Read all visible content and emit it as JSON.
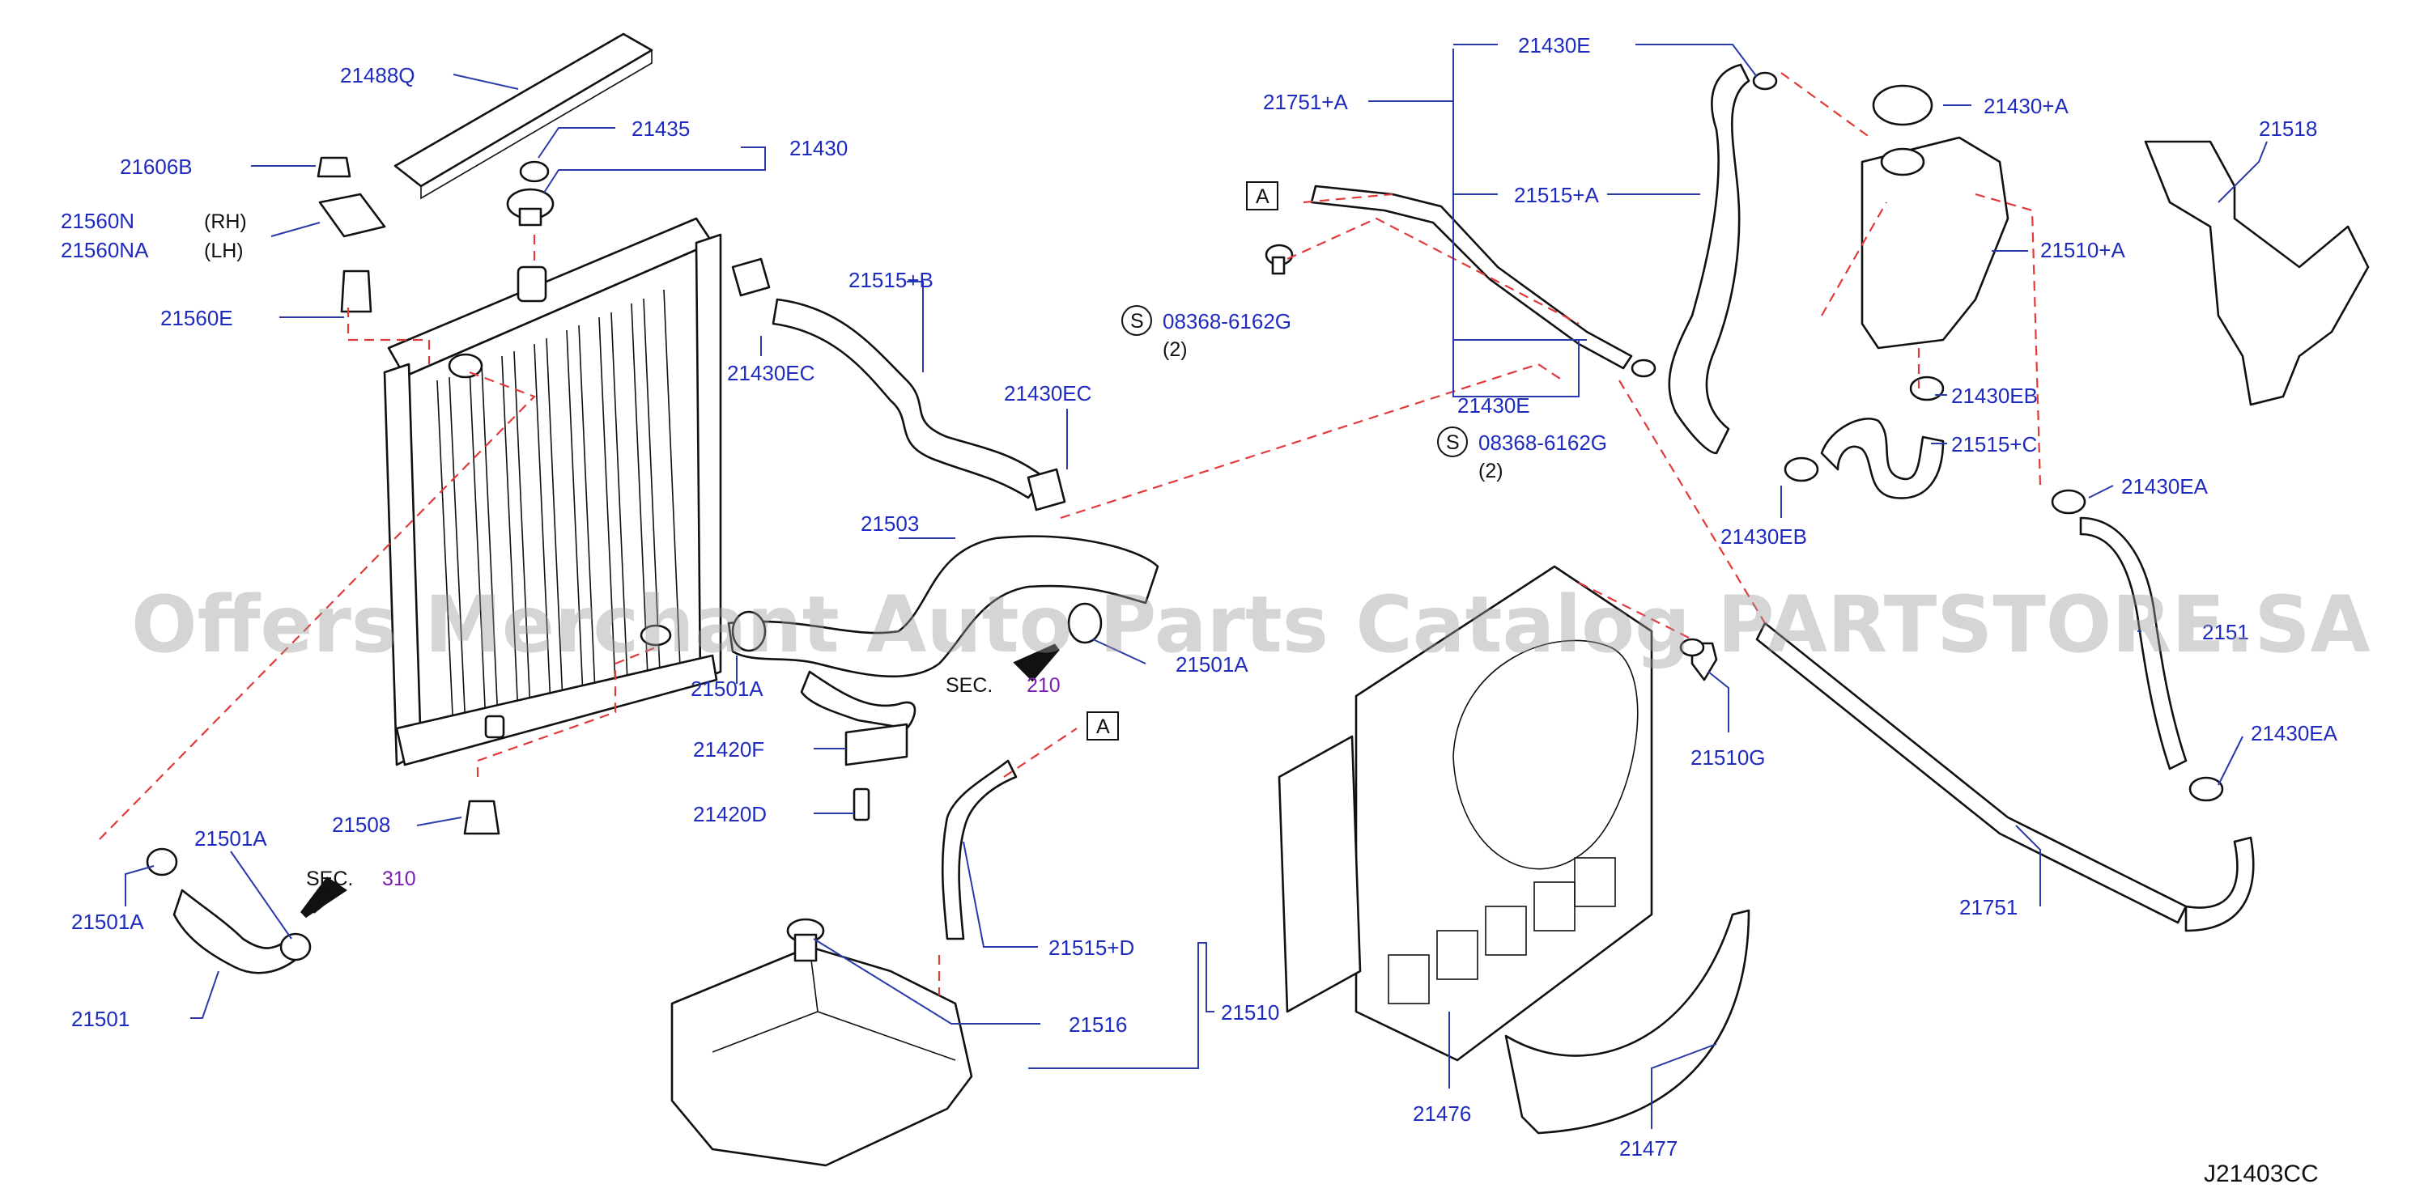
{
  "diagram_code": "J21403CC",
  "watermark": "Offers Merchant Auto Parts Catalog PARTSTORE.SA",
  "section_refs": [
    {
      "prefix": "SEC.",
      "number": "210"
    },
    {
      "prefix": "SEC.",
      "number": "310"
    }
  ],
  "view_markers": [
    "A",
    "A"
  ],
  "screw_symbol": "S",
  "part_labels": {
    "p21488Q": "21488Q",
    "p21606B": "21606B",
    "p21560N": "21560N",
    "p21560N_side": "(RH)",
    "p21560NA": "21560NA",
    "p21560NA_side": "(LH)",
    "p21560E": "21560E",
    "p21435": "21435",
    "p21430": "21430",
    "p21515B": "21515+B",
    "p21430EC_1": "21430EC",
    "p21430EC_2": "21430EC",
    "p21503": "21503",
    "p21501A_1": "21501A",
    "p21501A_2": "21501A",
    "p21501A_3": "21501A",
    "p21501A_4": "21501A",
    "p21420F": "21420F",
    "p21420D": "21420D",
    "p21508": "21508",
    "p21501": "21501",
    "p21515D": "21515+D",
    "p21516": "21516",
    "p21510": "21510",
    "p21476": "21476",
    "p21477": "21477",
    "p21510G": "21510G",
    "p21751A": "21751+A",
    "p21430E_1": "21430E",
    "p21430E_2": "21430E",
    "p21515A": "21515+A",
    "p08368_1": "08368-6162G",
    "p08368_1_qty": "(2)",
    "p08368_2": "08368-6162G",
    "p08368_2_qty": "(2)",
    "p21430A": "21430+A",
    "p21510A": "21510+A",
    "p21430EB_1": "21430EB",
    "p21430EB_2": "21430EB",
    "p21515C": "21515+C",
    "p21518": "21518",
    "p21430EA_1": "21430EA",
    "p21430EA_2": "21430EA",
    "p2151_partial": "2151",
    "p21751": "21751"
  }
}
